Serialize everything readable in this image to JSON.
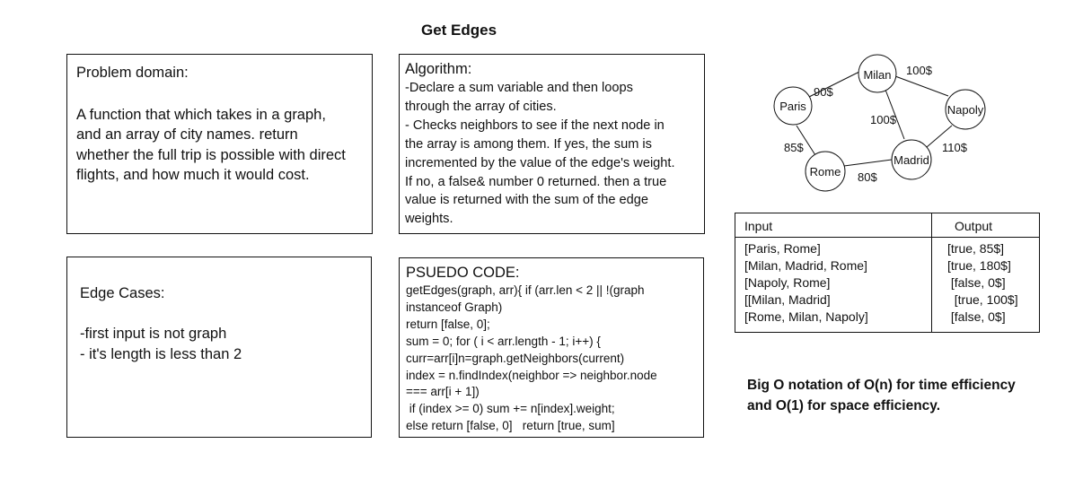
{
  "page": {
    "title": "Get Edges"
  },
  "problem": {
    "heading": "Problem domain:",
    "body": [
      "A function that which takes in a graph,",
      "and an array of city names. return",
      "whether the full trip is possible with direct",
      "flights, and how much it would cost."
    ]
  },
  "algorithm": {
    "heading": "Algorithm:",
    "body": [
      "-Declare a sum variable and then loops",
      "through the array of cities.",
      "- Checks neighbors to see if the next node in",
      "the array is among them. If yes, the sum is",
      "incremented by the value of the edge's weight.",
      "If no, a false& number 0 returned. then a true",
      "value is returned with the sum of the edge",
      "weights."
    ]
  },
  "edge_cases": {
    "heading": "Edge Cases:",
    "body": [
      "-first input is not graph",
      "- it's length is less than 2"
    ]
  },
  "pseudo": {
    "heading": "PSUEDO CODE:",
    "body": [
      "getEdges(graph, arr){ if (arr.len < 2 || !(graph",
      "instanceof Graph)",
      "return [false, 0];",
      "sum = 0; for ( i < arr.length - 1; i++) {",
      "curr=arr[i]n=graph.getNeighbors(current)",
      "index = n.findIndex(neighbor => neighbor.node",
      "=== arr[i + 1])",
      " if (index >= 0) sum += n[index].weight;",
      "else return [false, 0]   return [true, sum]"
    ]
  },
  "graph": {
    "nodes": {
      "paris": "Paris",
      "milan": "Milan",
      "napoly": "Napoly",
      "madrid": "Madrid",
      "rome": "Rome"
    },
    "edges": {
      "paris_milan": "90$",
      "milan_napoly": "100$",
      "milan_madrid": "100$",
      "napoly_madrid": "110$",
      "paris_rome": "85$",
      "rome_madrid": "80$"
    }
  },
  "io_table": {
    "header_input": "Input",
    "header_output": "Output",
    "inputs": [
      "[Paris, Rome]",
      "[Milan, Madrid, Rome]",
      "[Napoly, Rome]",
      "[[Milan, Madrid]",
      "[Rome, Milan, Napoly]"
    ],
    "outputs": [
      "[true, 85$]",
      "[true, 180$]",
      " [false, 0$]",
      "  [true, 100$]",
      " [false, 0$]"
    ]
  },
  "big_o": {
    "line1": "Big O notation of O(n) for time efficiency",
    "line2": "and O(1) for space efficiency."
  }
}
